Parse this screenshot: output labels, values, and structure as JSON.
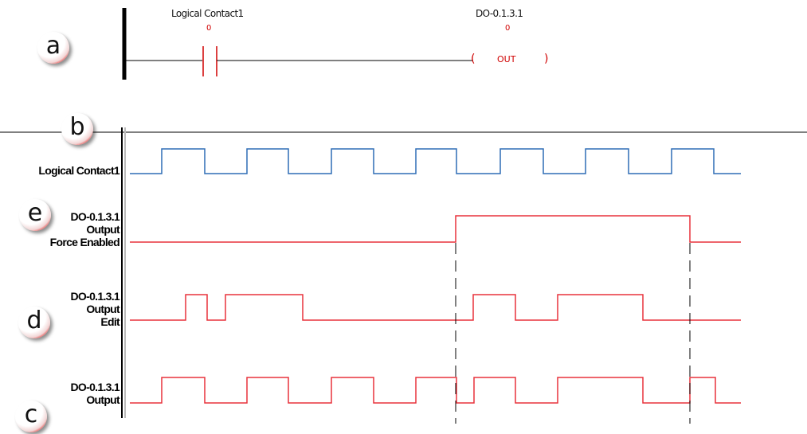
{
  "ladder": {
    "contact_label": "Logical Contact1",
    "contact_value": "0",
    "coil_label": "DO-0.1.3.1",
    "coil_value": "0",
    "coil_text": "OUT"
  },
  "callouts": {
    "a": "a",
    "b": "b",
    "c": "c",
    "d": "d",
    "e": "e"
  },
  "signals": {
    "contact": {
      "label": "Logical Contact1"
    },
    "force": {
      "line1": "DO-0.1.3.1",
      "line2": "Output",
      "line3": "Force Enabled"
    },
    "edit": {
      "line1": "DO-0.1.3.1",
      "line2": "Output",
      "line3": "Edit"
    },
    "output": {
      "line1": "DO-0.1.3.1",
      "line2": "Output"
    }
  },
  "colors": {
    "contact_trace": "#2f6db5",
    "output_trace": "#e8323c",
    "ladder_red": "#d00000",
    "callout_red": "#d41a1a"
  }
}
